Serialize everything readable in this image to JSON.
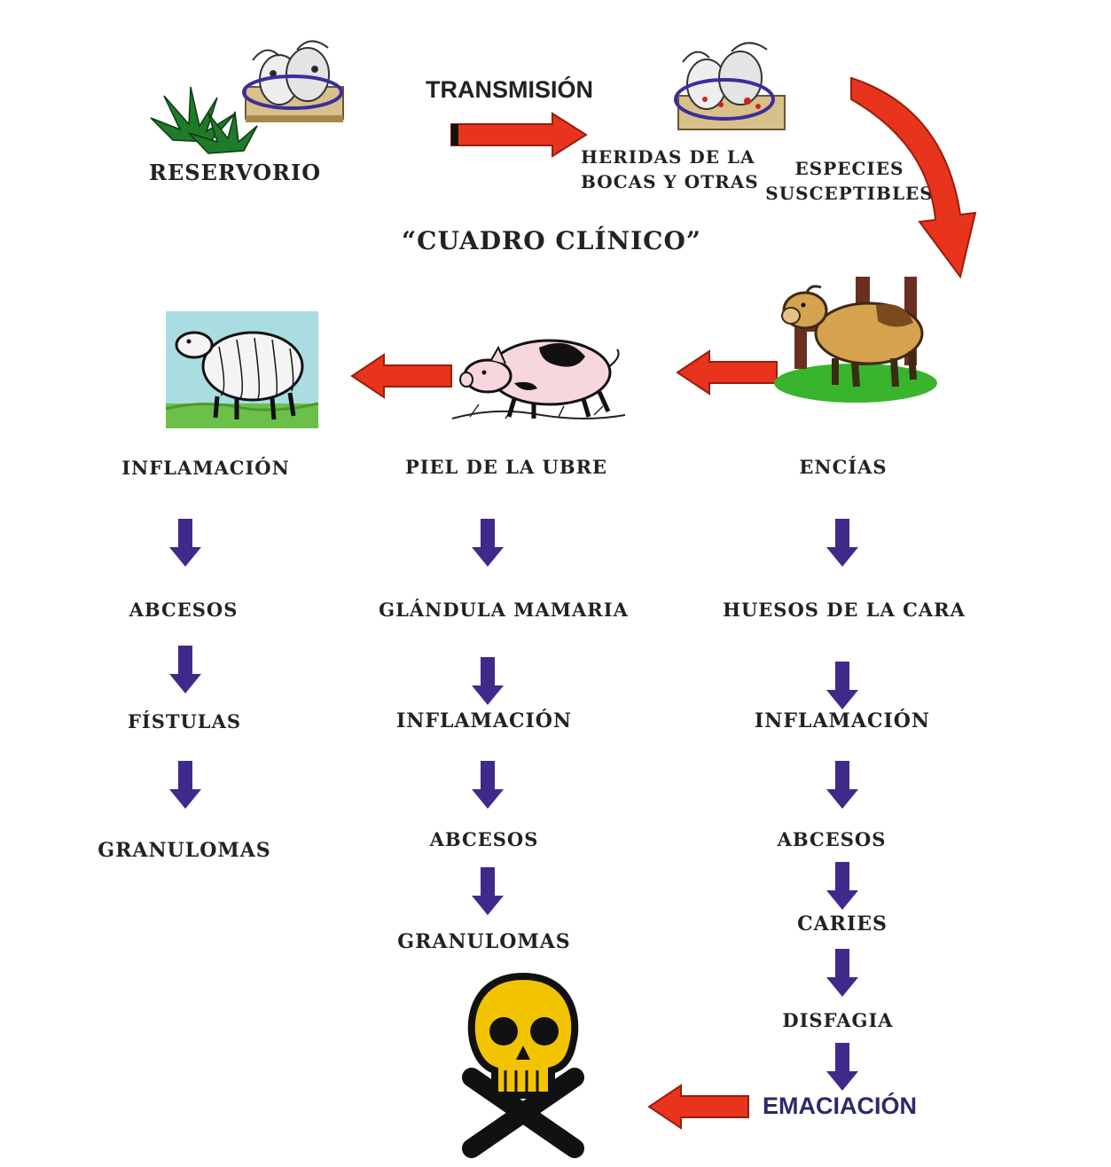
{
  "top": {
    "reservoir_label": "RESERVORIO",
    "transmission_label": "TRANSMISIÓN",
    "wounds_label": "HERIDAS DE LA\nBOCAS Y OTRAS",
    "species_label": "ESPECIES\nSUSCEPTIBLES",
    "clinical_title": "“CUADRO CLÍNICO”"
  },
  "columns": {
    "sheep": [
      "INFLAMACIÓN",
      "ABCESOS",
      "FÍSTULAS",
      "GRANULOMAS"
    ],
    "pig": [
      "PIEL DE LA UBRE",
      "GLÁNDULA MAMARIA",
      "INFLAMACIÓN",
      "ABCESOS",
      "GRANULOMAS"
    ],
    "cow": [
      "ENCÍAS",
      "HUESOS DE LA CARA",
      "INFLAMACIÓN",
      "ABCESOS",
      "CARIES",
      "DISFAGIA",
      "EMACIACIÓN"
    ]
  },
  "icons": {
    "reservoir": "cattle-and-plants-icon",
    "wounds": "cattle-mouth-wounds-icon",
    "cow": "cow-icon",
    "pig": "pig-icon",
    "sheep": "sheep-icon",
    "death": "skull-and-crossbones-icon"
  },
  "colors": {
    "red_arrow": "#e8341c",
    "down_arrow": "#3f2a8c",
    "skull": "#f2c400",
    "mouth_ring": "#3b2e9b"
  }
}
